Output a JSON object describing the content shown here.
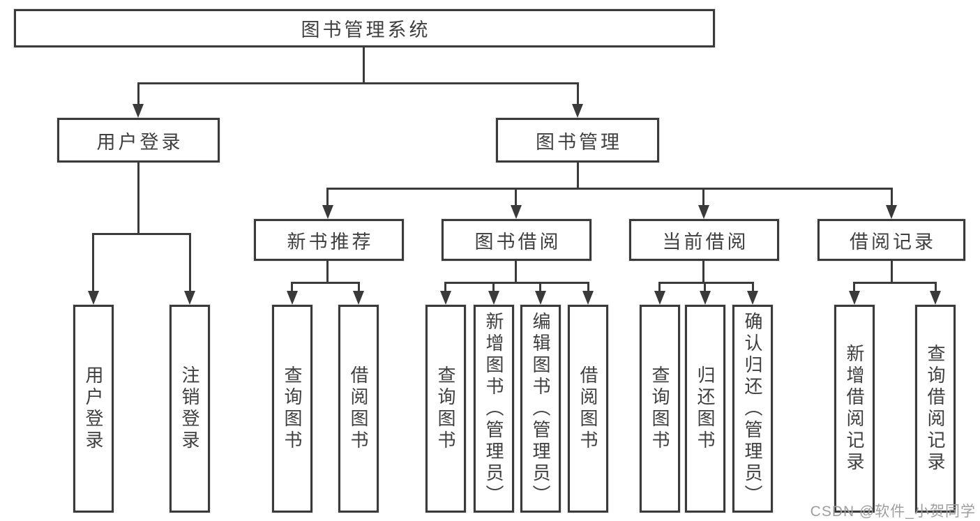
{
  "diagram": {
    "title": "图书管理系统",
    "root": {
      "label": "图书管理系统"
    },
    "level1": [
      {
        "label": "用户登录"
      },
      {
        "label": "图书管理"
      }
    ],
    "level2": [
      {
        "label": "新书推荐"
      },
      {
        "label": "图书借阅"
      },
      {
        "label": "当前借阅"
      },
      {
        "label": "借阅记录"
      }
    ],
    "leaves": [
      {
        "label": "用户登录"
      },
      {
        "label": "注销登录"
      },
      {
        "label": "查询图书"
      },
      {
        "label": "借阅图书"
      },
      {
        "label": "查询图书"
      },
      {
        "label": "新增图书（管理员）"
      },
      {
        "label": "编辑图书（管理员）"
      },
      {
        "label": "借阅图书"
      },
      {
        "label": "查询图书"
      },
      {
        "label": "归还图书"
      },
      {
        "label": "确认归还（管理员）"
      },
      {
        "label": "新增借阅记录"
      },
      {
        "label": "查询借阅记录"
      }
    ],
    "watermark": "CSDN @软件_小贺同学"
  },
  "colors": {
    "line": "#3a3a3a",
    "text": "#3f3f3f",
    "watermark": "#9e9e9e",
    "background": "#ffffff"
  }
}
